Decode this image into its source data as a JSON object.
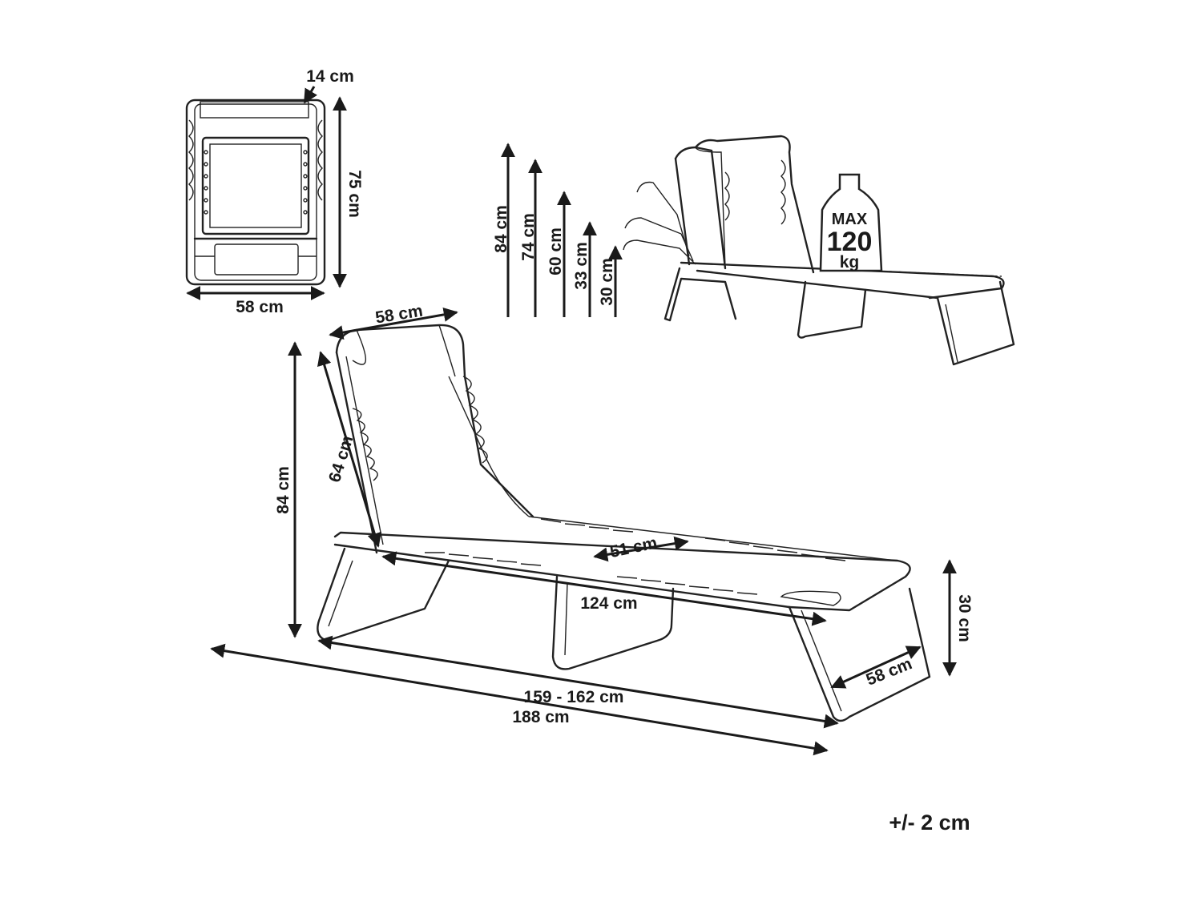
{
  "folded_view": {
    "depth_label": "14 cm",
    "height_label": "75 cm",
    "width_label": "58 cm"
  },
  "height_positions": {
    "labels": [
      "84 cm",
      "74 cm",
      "60 cm",
      "33 cm",
      "30 cm"
    ]
  },
  "weight": {
    "max_label": "MAX",
    "value": "120",
    "unit": "kg"
  },
  "main_view": {
    "backrest_width": "58 cm",
    "backrest_length": "64 cm",
    "total_height": "84 cm",
    "seat_length": "51 cm",
    "frame_length": "124 cm",
    "leg_height": "30 cm",
    "leg_width": "58 cm",
    "length_range": "159 - 162 cm",
    "total_length": "188 cm"
  },
  "tolerance": "+/- 2 cm"
}
